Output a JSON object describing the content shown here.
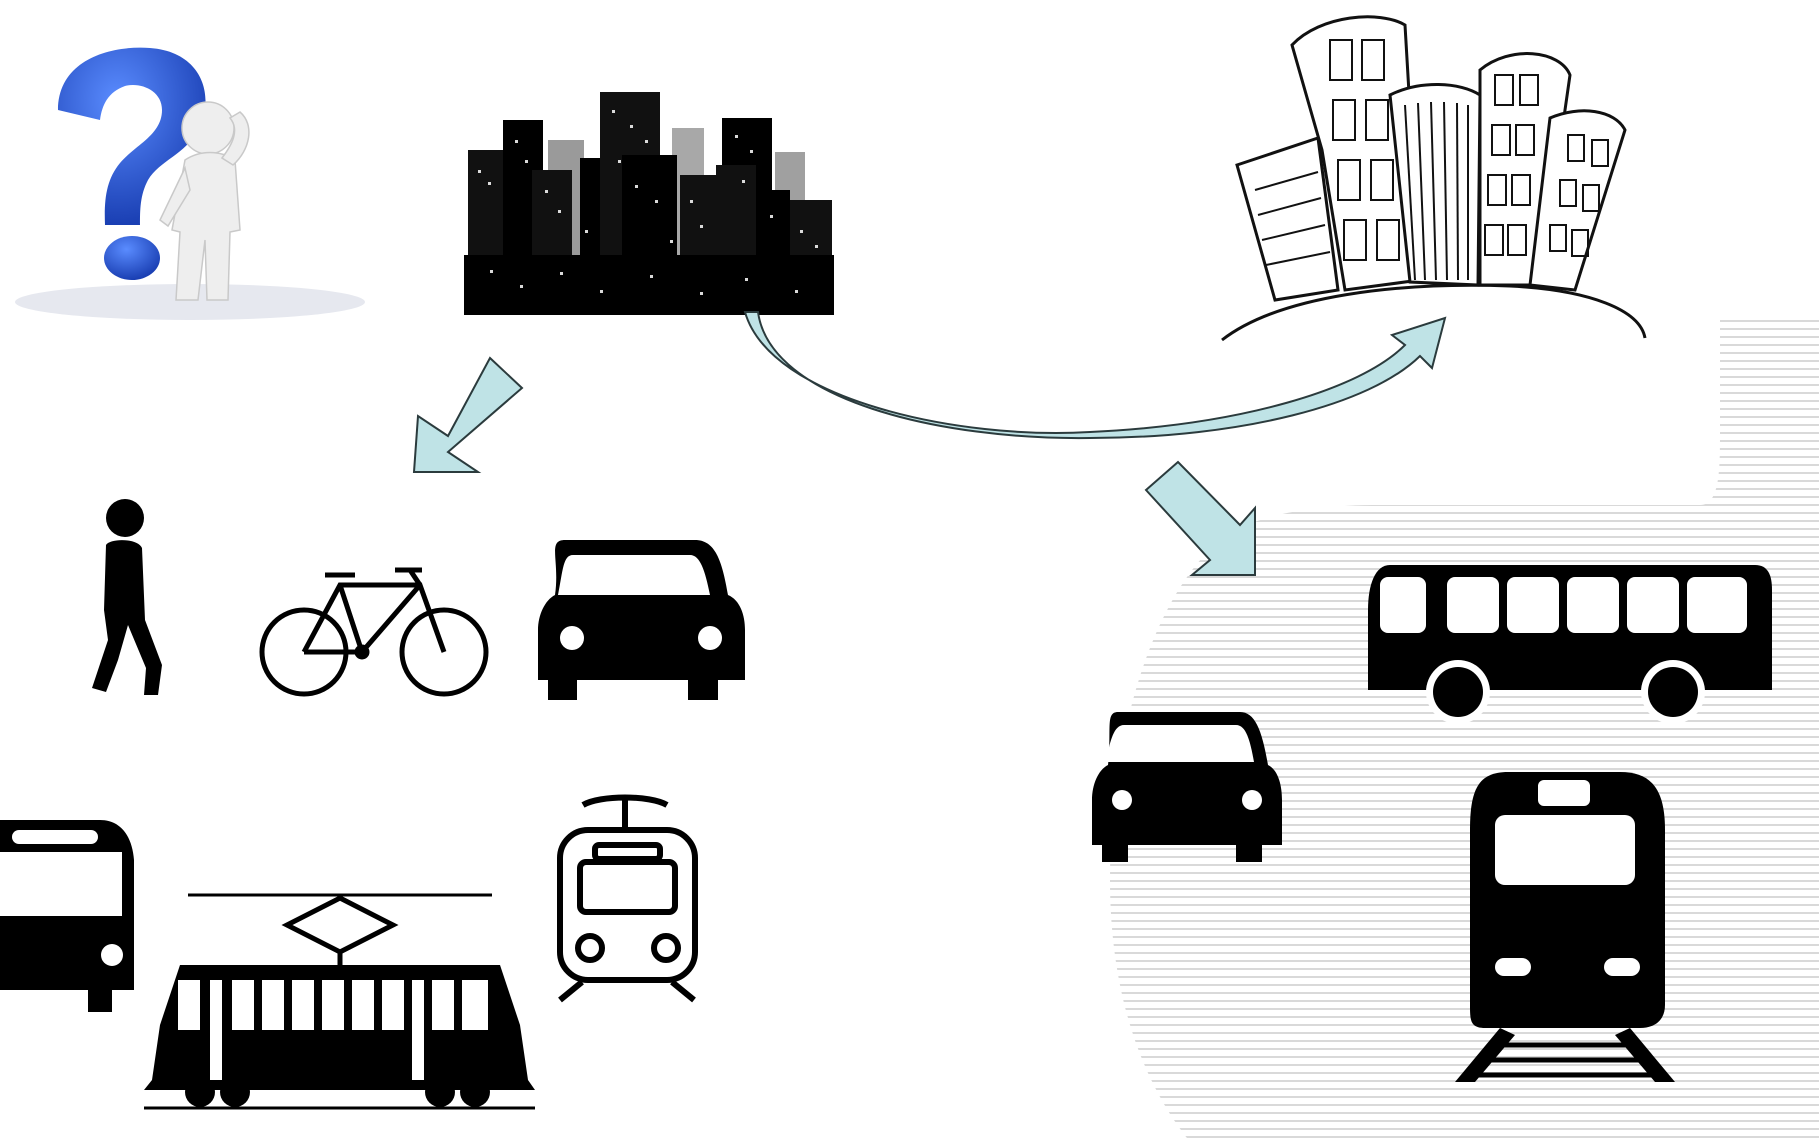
{
  "scene": {
    "colors": {
      "background": "#ffffff",
      "silhouette": "#000000",
      "arrow_fill": "#bfe3e6",
      "arrow_stroke": "#2b3b3d",
      "question_mark": "#2457d6",
      "figure": "#eeeeee",
      "stripe": "#dcdcdc"
    },
    "groups": [
      {
        "id": "problem",
        "icons": [
          "question-mark-icon",
          "thinking-person-icon"
        ]
      },
      {
        "id": "current-city",
        "icons": [
          "dense-city-skyline-icon"
        ]
      },
      {
        "id": "future-city",
        "icons": [
          "sketched-city-icon"
        ]
      },
      {
        "id": "current-modes",
        "icons": [
          "pedestrian-icon",
          "bicycle-icon",
          "car-icon",
          "bus-icon",
          "tram-icon",
          "streetcar-icon"
        ]
      },
      {
        "id": "future-modes",
        "icons": [
          "bus-icon",
          "car-icon",
          "train-icon"
        ]
      }
    ],
    "arrows": [
      {
        "from": "current-city",
        "to": "current-modes",
        "kind": "straight"
      },
      {
        "from": "current-city",
        "to": "future-city",
        "kind": "curved"
      },
      {
        "from": "future-city",
        "to": "future-modes",
        "kind": "straight"
      }
    ]
  }
}
